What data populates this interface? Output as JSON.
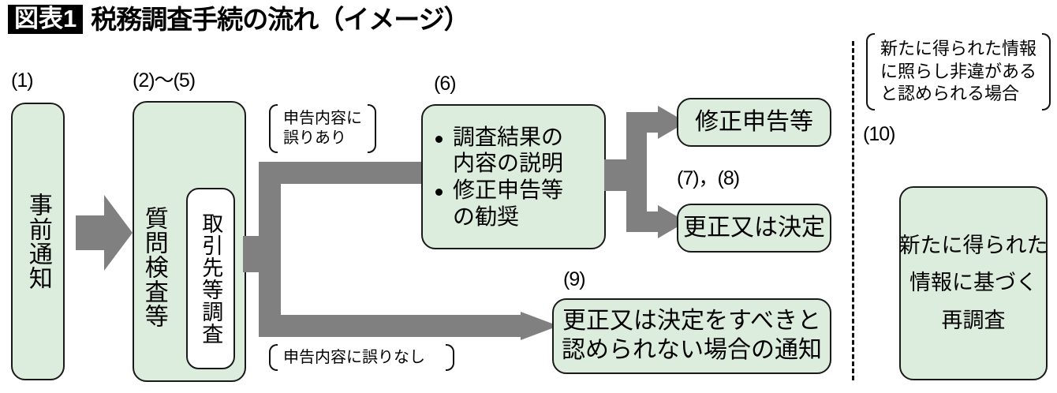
{
  "title": {
    "badge": "図表1",
    "text": "税務調査手続の流れ（イメージ）"
  },
  "palette": {
    "box_fill": "#dcecdd",
    "box_stroke": "#1a1a1a",
    "arrow_gray": "#808080",
    "inner_box_fill": "#ffffff",
    "background": "#ffffff"
  },
  "steps": {
    "s1": {
      "label": "(1)",
      "text": "事前通知"
    },
    "s2_5": {
      "label": "(2)〜(5)",
      "text": "質問検査等",
      "inner_label": "取引先等調査"
    },
    "s6": {
      "label": "(6)",
      "bullets": [
        "調査結果の\n内容の説明",
        "修正申告等\nの勧奨"
      ]
    },
    "s7_8": {
      "label": "(7)，(8)",
      "upper_text": "修正申告等",
      "lower_text": "更正又は決定"
    },
    "s9": {
      "label": "(9)",
      "line1": "更正又は決定をすべきと",
      "line2": "認められない場合の通知"
    },
    "s10": {
      "label": "(10)",
      "line1": "新たに得られた",
      "line2": "情報に基づく",
      "line3": "再調査"
    }
  },
  "annotations": {
    "branch_error": {
      "line1": "申告内容に",
      "line2": "誤りあり"
    },
    "branch_no_error": {
      "line1": "申告内容に誤りなし"
    },
    "reinvestigation_condition": {
      "line1": "新たに得られた情報",
      "line2": "に照らし非違がある",
      "line3": "と認められる場合"
    }
  }
}
